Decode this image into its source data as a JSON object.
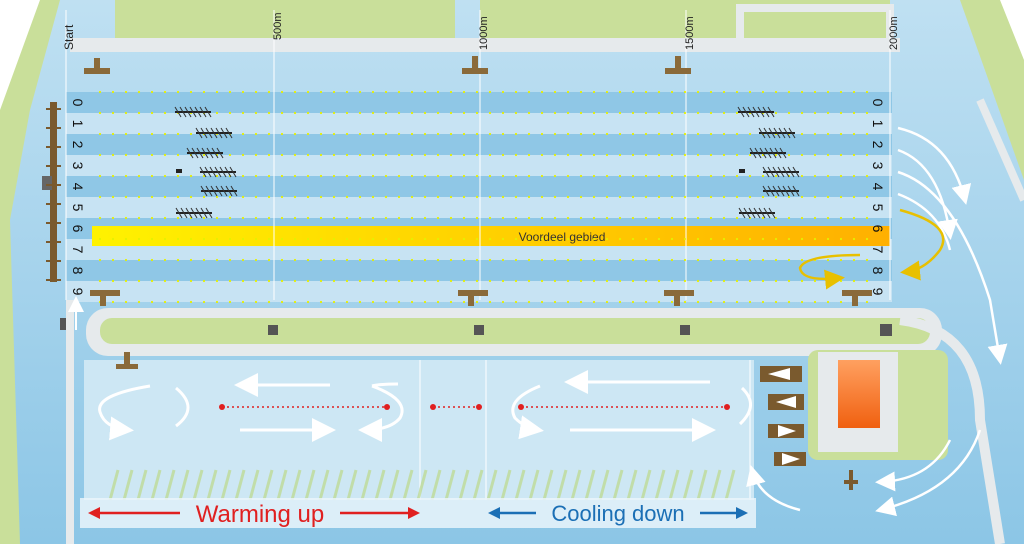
{
  "distance_markers": [
    "Start",
    "500m",
    "1000m",
    "1500m",
    "2000m"
  ],
  "lanes": [
    "0",
    "1",
    "2",
    "3",
    "4",
    "5",
    "6",
    "7",
    "8",
    "9"
  ],
  "advantage_zone_label": "Voordeel gebied",
  "warmup_label": "Warming up",
  "cooldown_label": "Cooling down",
  "colors": {
    "water": "#9fd0ea",
    "water_light": "#cfe8f5",
    "land_green": "#c9df9a",
    "road": "#e6eaec",
    "advantage": "#ffd400",
    "warmup_arrow": "#e02020",
    "cooldown_arrow": "#1b6fb5",
    "flow_arrow": "#ffffff",
    "boat": "#333333"
  }
}
